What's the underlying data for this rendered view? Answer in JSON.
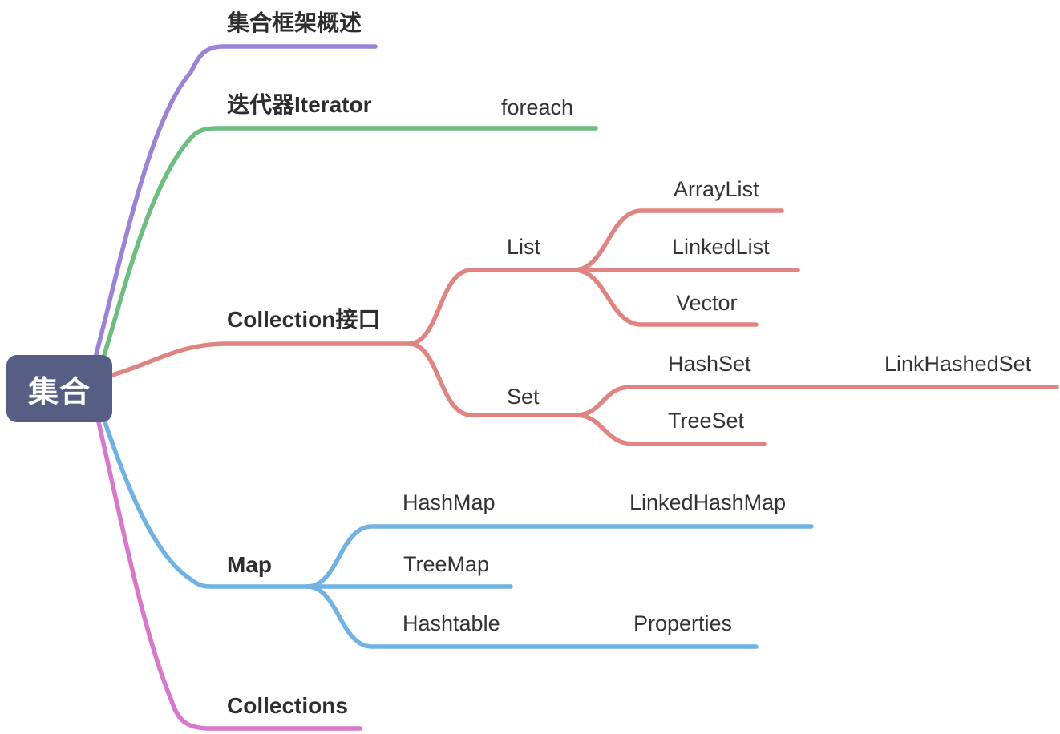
{
  "colors": {
    "root_bg": "#575E83",
    "root_text": "#FFFFFF",
    "node_text": "#333333",
    "purple": "#9A82D8",
    "green": "#6CBE7E",
    "red": "#E08481",
    "blue": "#6FB2E3",
    "pink": "#D977CC"
  },
  "mindmap": {
    "root": {
      "label": "集合"
    },
    "branches": [
      {
        "label": "集合框架概述",
        "color": "#9A82D8",
        "children": []
      },
      {
        "label": "迭代器Iterator",
        "color": "#6CBE7E",
        "children": [
          {
            "label": "foreach"
          }
        ]
      },
      {
        "label": "Collection接口",
        "color": "#E08481",
        "children": [
          {
            "label": "List",
            "children": [
              {
                "label": "ArrayList"
              },
              {
                "label": "LinkedList"
              },
              {
                "label": "Vector"
              }
            ]
          },
          {
            "label": "Set",
            "children": [
              {
                "label": "HashSet",
                "children": [
                  {
                    "label": "LinkHashedSet"
                  }
                ]
              },
              {
                "label": "TreeSet"
              }
            ]
          }
        ]
      },
      {
        "label": "Map",
        "color": "#6FB2E3",
        "children": [
          {
            "label": "HashMap",
            "children": [
              {
                "label": "LinkedHashMap"
              }
            ]
          },
          {
            "label": "TreeMap"
          },
          {
            "label": "Hashtable",
            "children": [
              {
                "label": "Properties"
              }
            ]
          }
        ]
      },
      {
        "label": "Collections",
        "color": "#D977CC",
        "children": []
      }
    ]
  }
}
